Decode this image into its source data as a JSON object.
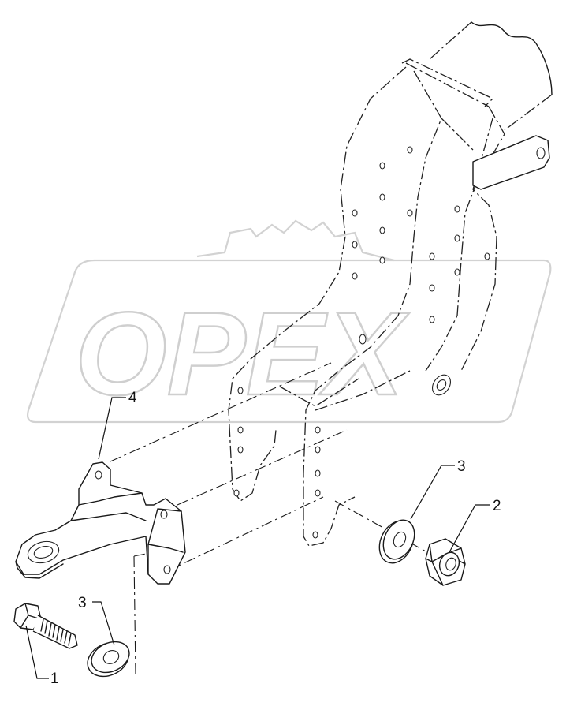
{
  "diagram": {
    "watermark_text": "OPEX",
    "corner_mark": "",
    "callouts": [
      {
        "id": "1",
        "label": "1",
        "part": "bolt"
      },
      {
        "id": "2",
        "label": "2",
        "part": "nut"
      },
      {
        "id": "3a",
        "label": "3",
        "part": "washer-right"
      },
      {
        "id": "3b",
        "label": "3",
        "part": "washer-left"
      },
      {
        "id": "4",
        "label": "4",
        "part": "towing-eye-bracket"
      }
    ]
  }
}
